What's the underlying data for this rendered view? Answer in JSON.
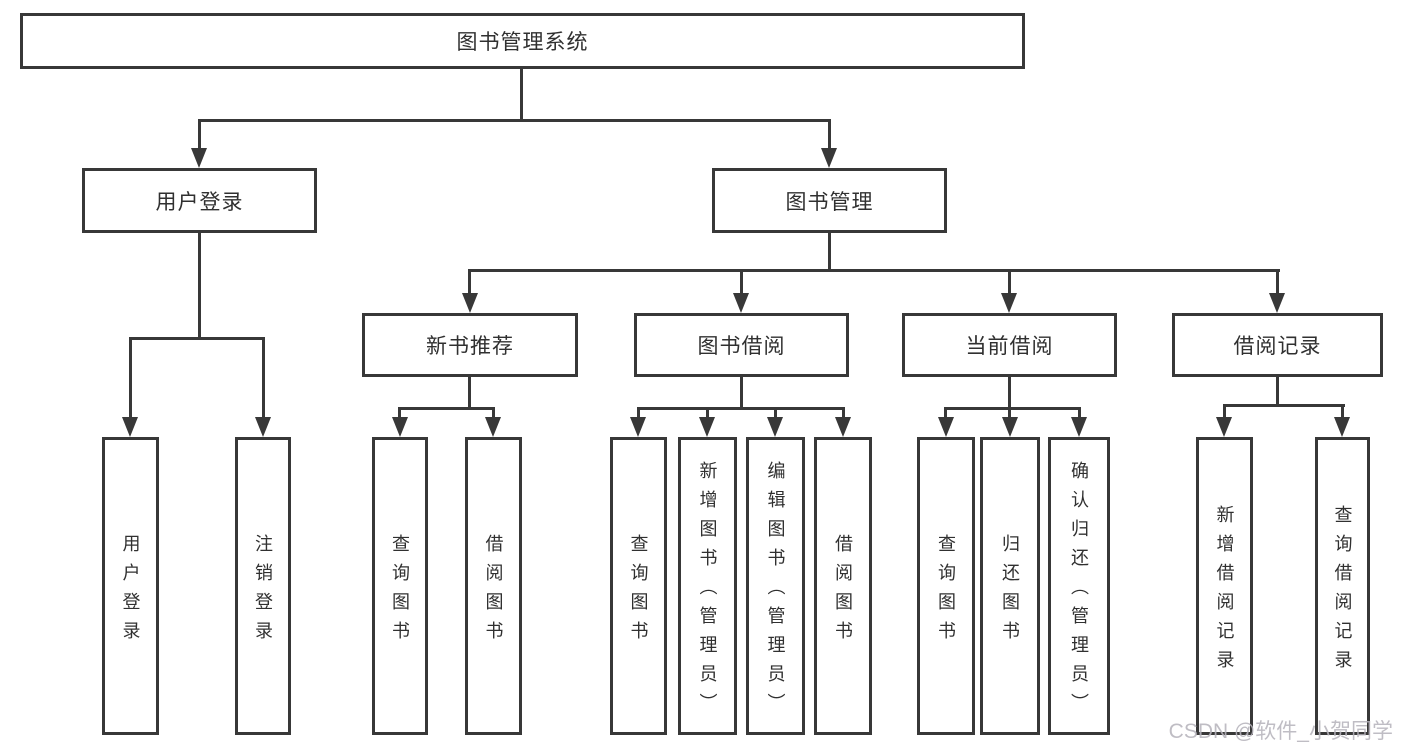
{
  "diagram": {
    "root": {
      "label": "图书管理系统"
    },
    "level2": [
      {
        "label": "用户登录"
      },
      {
        "label": "图书管理"
      }
    ],
    "level3": [
      {
        "label": "新书推荐"
      },
      {
        "label": "图书借阅"
      },
      {
        "label": "当前借阅"
      },
      {
        "label": "借阅记录"
      }
    ],
    "leaves": {
      "user_login": [
        "用户登录",
        "注销登录"
      ],
      "new_book_recommend": [
        "查询图书",
        "借阅图书"
      ],
      "book_borrow": [
        "查询图书",
        "新增图书（管理员）",
        "编辑图书（管理员）",
        "借阅图书"
      ],
      "current_borrow": [
        "查询图书",
        "归还图书",
        "确认归还（管理员）"
      ],
      "borrow_records": [
        "新增借阅记录",
        "查询借阅记录"
      ]
    }
  },
  "watermark": {
    "text": "CSDN @软件_小贺同学"
  },
  "colors": {
    "line": "#383838",
    "text": "#303030",
    "watermark": "#b7b4bc",
    "background": "#ffffff"
  }
}
